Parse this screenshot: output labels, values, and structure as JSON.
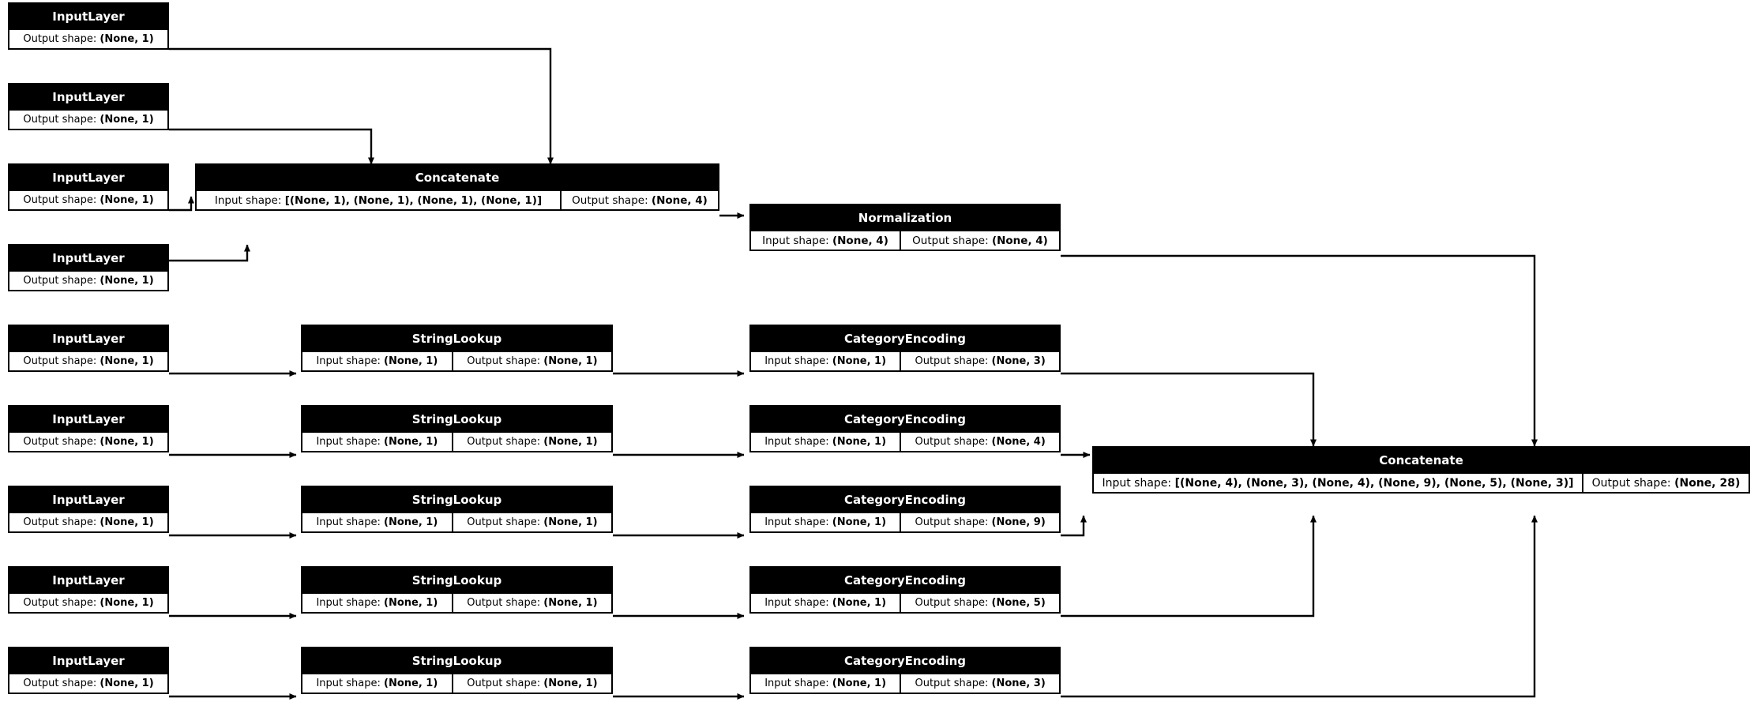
{
  "diagram": {
    "title": "Keras functional model plot",
    "colors": {
      "node_header_bg": "#000000",
      "node_header_fg": "#ffffff",
      "node_body_bg": "#ffffff",
      "border": "#000000",
      "edge": "#000000",
      "canvas": "#ffffff"
    },
    "labels": {
      "input_prefix": "Input shape: ",
      "output_prefix": "Output shape: "
    }
  },
  "nodes": {
    "num_input_1": {
      "type": "InputLayer",
      "output_shape": "(None, 1)"
    },
    "num_input_2": {
      "type": "InputLayer",
      "output_shape": "(None, 1)"
    },
    "num_input_3": {
      "type": "InputLayer",
      "output_shape": "(None, 1)"
    },
    "num_input_4": {
      "type": "InputLayer",
      "output_shape": "(None, 1)"
    },
    "concat_numeric": {
      "type": "Concatenate",
      "input_shape": "[(None, 1), (None, 1), (None, 1), (None, 1)]",
      "output_shape": "(None, 4)"
    },
    "normalization": {
      "type": "Normalization",
      "input_shape": "(None, 4)",
      "output_shape": "(None, 4)"
    },
    "cat_input_1": {
      "type": "InputLayer",
      "output_shape": "(None, 1)"
    },
    "cat_input_2": {
      "type": "InputLayer",
      "output_shape": "(None, 1)"
    },
    "cat_input_3": {
      "type": "InputLayer",
      "output_shape": "(None, 1)"
    },
    "cat_input_4": {
      "type": "InputLayer",
      "output_shape": "(None, 1)"
    },
    "cat_input_5": {
      "type": "InputLayer",
      "output_shape": "(None, 1)"
    },
    "lookup_1": {
      "type": "StringLookup",
      "input_shape": "(None, 1)",
      "output_shape": "(None, 1)"
    },
    "lookup_2": {
      "type": "StringLookup",
      "input_shape": "(None, 1)",
      "output_shape": "(None, 1)"
    },
    "lookup_3": {
      "type": "StringLookup",
      "input_shape": "(None, 1)",
      "output_shape": "(None, 1)"
    },
    "lookup_4": {
      "type": "StringLookup",
      "input_shape": "(None, 1)",
      "output_shape": "(None, 1)"
    },
    "lookup_5": {
      "type": "StringLookup",
      "input_shape": "(None, 1)",
      "output_shape": "(None, 1)"
    },
    "encoding_1": {
      "type": "CategoryEncoding",
      "input_shape": "(None, 1)",
      "output_shape": "(None, 3)"
    },
    "encoding_2": {
      "type": "CategoryEncoding",
      "input_shape": "(None, 1)",
      "output_shape": "(None, 4)"
    },
    "encoding_3": {
      "type": "CategoryEncoding",
      "input_shape": "(None, 1)",
      "output_shape": "(None, 9)"
    },
    "encoding_4": {
      "type": "CategoryEncoding",
      "input_shape": "(None, 1)",
      "output_shape": "(None, 5)"
    },
    "encoding_5": {
      "type": "CategoryEncoding",
      "input_shape": "(None, 1)",
      "output_shape": "(None, 3)"
    },
    "concat_final": {
      "type": "Concatenate",
      "input_shape": "[(None, 4), (None, 3), (None, 4), (None, 9), (None, 5), (None, 3)]",
      "output_shape": "(None, 28)"
    }
  }
}
